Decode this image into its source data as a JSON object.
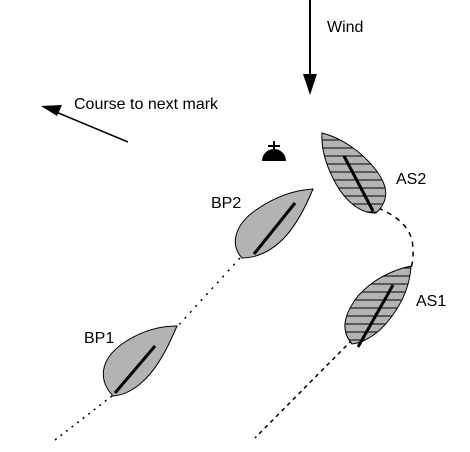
{
  "labels": {
    "wind": "Wind",
    "course": "Course to next mark",
    "bp1": "BP1",
    "bp2": "BP2",
    "as1": "AS1",
    "as2": "AS2"
  },
  "colors": {
    "hull": "#b3b3b3",
    "stroke": "#000000",
    "background": "#ffffff"
  },
  "icons": {
    "mark": "mark-buoy-icon",
    "wind_arrow": "wind-arrow-icon",
    "course_arrow": "course-arrow-icon"
  }
}
